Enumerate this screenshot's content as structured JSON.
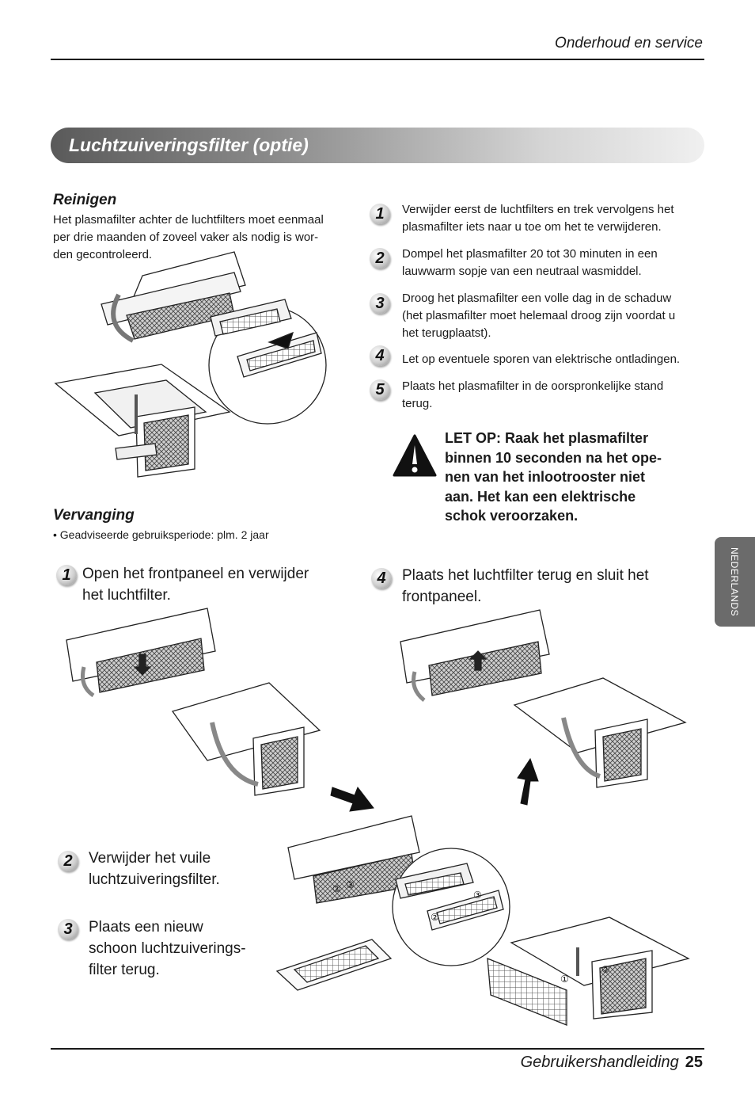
{
  "header": {
    "section": "Onderhoud en service"
  },
  "banner": {
    "title": "Luchtzuiveringsfilter (optie)"
  },
  "reinigen": {
    "heading": "Reinigen",
    "lines": [
      "Het plasmafilter achter de luchtfilters moet eenmaal",
      "per drie maanden of zoveel vaker als nodig is wor-",
      "den gecontroleerd."
    ]
  },
  "clean_steps": [
    {
      "num": "1",
      "lines": [
        "Verwijder eerst de luchtfilters en trek vervolgens het",
        "plasmafilter iets naar u toe om het te verwijderen."
      ]
    },
    {
      "num": "2",
      "lines": [
        "Dompel het plasmafilter 20 tot 30 minuten in een",
        "lauwwarm sopje van een neutraal wasmiddel."
      ]
    },
    {
      "num": "3",
      "lines": [
        "Droog het plasmafilter een volle dag in de schaduw",
        "(het plasmafilter moet helemaal droog zijn voordat u",
        "het terugplaatst)."
      ]
    },
    {
      "num": "4",
      "lines": [
        "Let op eventuele sporen van elektrische ontladingen."
      ]
    },
    {
      "num": "5",
      "lines": [
        "Plaats het plasmafilter in de oorspronkelijke stand",
        "terug."
      ]
    }
  ],
  "warning": {
    "icon": "warning-triangle-icon",
    "lines": [
      "LET OP: Raak het plasmafilter",
      "binnen 10 seconden na het ope-",
      "nen van het inlootrooster niet",
      "aan. Het kan een elektrische",
      "schok veroorzaken."
    ]
  },
  "vervanging": {
    "heading": "Vervanging",
    "note": "• Geadviseerde gebruiksperiode: plm. 2 jaar"
  },
  "replace_steps": [
    {
      "num": "1",
      "lines": [
        "Open het frontpaneel en verwijder",
        "het luchtfilter."
      ]
    },
    {
      "num": "4",
      "lines": [
        "Plaats het luchtfilter terug en sluit het",
        "frontpaneel."
      ]
    },
    {
      "num": "2",
      "lines": [
        "Verwijder het vuile",
        "luchtzuiveringsfilter."
      ]
    },
    {
      "num": "3",
      "lines": [
        "Plaats een nieuw",
        "schoon luchtzuiverings-",
        "filter terug."
      ]
    }
  ],
  "figure_labels": {
    "c1": "①",
    "c2": "②",
    "c3": "③"
  },
  "side_tab": {
    "label": "NEDERLANDS"
  },
  "footer": {
    "title": "Gebruikershandleiding",
    "page": "25"
  }
}
